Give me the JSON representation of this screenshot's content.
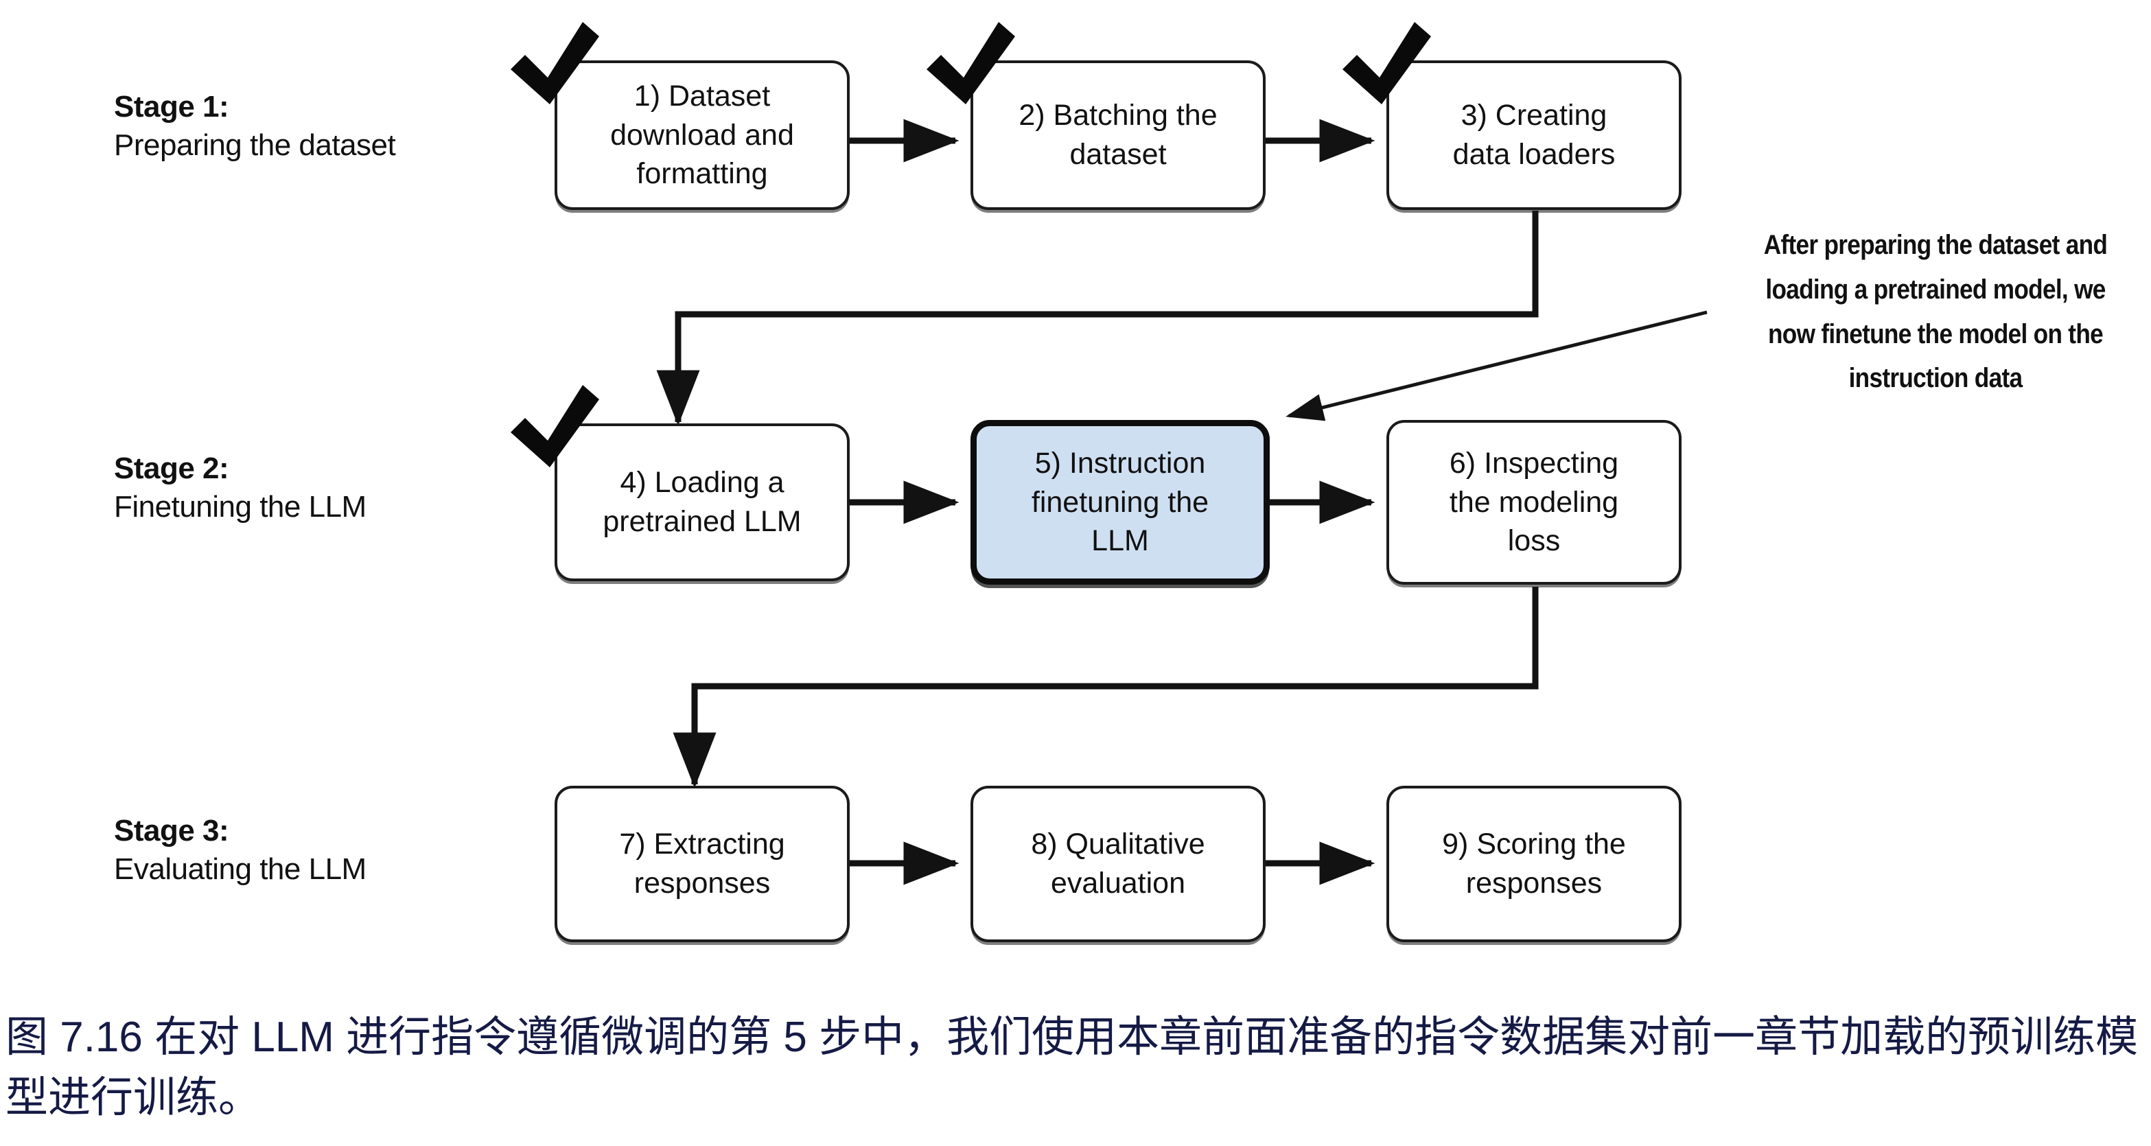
{
  "figure": {
    "title_internal": "LLM instruction finetuning stage overview",
    "highlight_color": "#cfdff2",
    "caption_color": "#151a45"
  },
  "stages": [
    {
      "title": "Stage 1:",
      "subtitle": "Preparing the dataset"
    },
    {
      "title": "Stage 2:",
      "subtitle": "Finetuning the LLM"
    },
    {
      "title": "Stage 3:",
      "subtitle": "Evaluating the LLM"
    }
  ],
  "nodes": [
    {
      "id": "step1",
      "label": "1) Dataset\ndownload and\nformatting",
      "checked": true,
      "highlighted": false
    },
    {
      "id": "step2",
      "label": "2) Batching the\ndataset",
      "checked": true,
      "highlighted": false
    },
    {
      "id": "step3",
      "label": "3) Creating\ndata loaders",
      "checked": true,
      "highlighted": false
    },
    {
      "id": "step4",
      "label": "4) Loading a\npretrained LLM",
      "checked": true,
      "highlighted": false
    },
    {
      "id": "step5",
      "label": "5) Instruction\nfinetuning the\nLLM",
      "checked": false,
      "highlighted": true
    },
    {
      "id": "step6",
      "label": "6) Inspecting\nthe modeling\nloss",
      "checked": false,
      "highlighted": false
    },
    {
      "id": "step7",
      "label": "7) Extracting\nresponses",
      "checked": false,
      "highlighted": false
    },
    {
      "id": "step8",
      "label": "8) Qualitative\nevaluation",
      "checked": false,
      "highlighted": false
    },
    {
      "id": "step9",
      "label": "9) Scoring the\nresponses",
      "checked": false,
      "highlighted": false
    }
  ],
  "annotation": {
    "lines": [
      "After preparing the dataset and",
      "loading a pretrained model, we",
      "now finetune the model on the",
      "instruction data"
    ],
    "text": "After preparing the dataset and loading a pretrained model, we now finetune the model on the instruction data"
  },
  "caption": {
    "text": "图 7.16 在对 LLM 进行指令遵循微调的第 5 步中，我们使用本章前面准备的指令数据集对前一章节加载的预训练模型进行训练。"
  }
}
